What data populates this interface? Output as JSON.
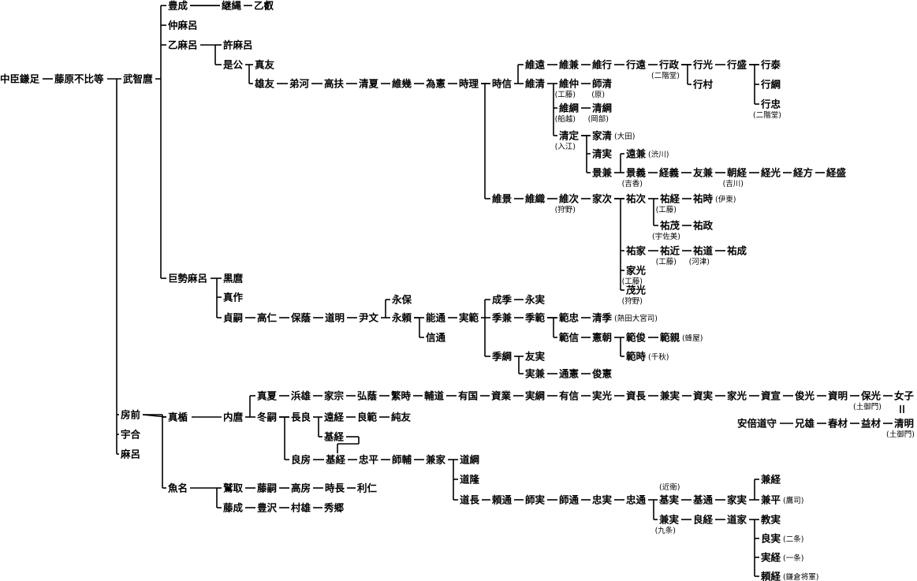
{
  "nodes": [
    {
      "id": "kamatari",
      "label": "中臣鎌足"
    },
    {
      "id": "fuhito",
      "label": "藤原不比等"
    },
    {
      "id": "muchimaro",
      "label": "武智麿"
    },
    {
      "id": "toyonari",
      "label": "豊成"
    },
    {
      "id": "tsugutada",
      "label": "継縄"
    },
    {
      "id": "otomo",
      "label": "乙叡"
    },
    {
      "id": "nakamaro",
      "label": "仲麻呂"
    },
    {
      "id": "otomaro",
      "label": "乙麻呂"
    },
    {
      "id": "komaro",
      "label": "許麻呂"
    },
    {
      "id": "korekimi",
      "label": "是公"
    },
    {
      "id": "matomo",
      "label": "真友"
    },
    {
      "id": "otomo2",
      "label": "雄友"
    },
    {
      "id": "tomotada",
      "label": "弟河"
    },
    {
      "id": "takafusa",
      "label": "高扶"
    },
    {
      "id": "kiyonatsu",
      "label": "清夏"
    },
    {
      "id": "koreki",
      "label": "維幾"
    },
    {
      "id": "tamenori",
      "label": "為憲"
    },
    {
      "id": "tokimasa",
      "label": "時理"
    },
    {
      "id": "tokinobu",
      "label": "時信"
    },
    {
      "id": "koretoo",
      "label": "維遠"
    },
    {
      "id": "korekane",
      "label": "維兼"
    },
    {
      "id": "koreyuki",
      "label": "維行"
    },
    {
      "id": "yukitoo",
      "label": "行遠"
    },
    {
      "id": "yukimasa",
      "label": "行政",
      "note": "(二階堂)"
    },
    {
      "id": "yukimitsu",
      "label": "行光"
    },
    {
      "id": "yukimori",
      "label": "行盛"
    },
    {
      "id": "yukiyasu",
      "label": "行泰"
    },
    {
      "id": "yukitsuna",
      "label": "行綱"
    },
    {
      "id": "yukitada",
      "label": "行忠",
      "note": "(二階堂)"
    },
    {
      "id": "yukimura",
      "label": "行村"
    },
    {
      "id": "korekiyo",
      "label": "維清"
    },
    {
      "id": "korenaka",
      "label": "維仲",
      "note": "(工藤)"
    },
    {
      "id": "morokiyo",
      "label": "師清",
      "note": "(原)"
    },
    {
      "id": "koretsuna",
      "label": "維綱",
      "note": "(船越)"
    },
    {
      "id": "kiyotsuna",
      "label": "清綱",
      "note": "(岡部)"
    },
    {
      "id": "kiyosada",
      "label": "清定",
      "note": "(入江)"
    },
    {
      "id": "iekiyo",
      "label": "家清",
      "note": "(大田)"
    },
    {
      "id": "kiyozane",
      "label": "清実"
    },
    {
      "id": "kagekane",
      "label": "景兼"
    },
    {
      "id": "tookane",
      "label": "遠兼",
      "note": "(渋川)"
    },
    {
      "id": "kageyoshi",
      "label": "景義",
      "note": "(吉香)"
    },
    {
      "id": "tsuneyoshi",
      "label": "経義"
    },
    {
      "id": "tomokane",
      "label": "友兼"
    },
    {
      "id": "tomotsune",
      "label": "朝経",
      "note": "(吉川)"
    },
    {
      "id": "tsunemitsu",
      "label": "経光"
    },
    {
      "id": "tsunekata",
      "label": "経方"
    },
    {
      "id": "tsunemori",
      "label": "経盛"
    },
    {
      "id": "korekage",
      "label": "維景"
    },
    {
      "id": "koreori",
      "label": "維織"
    },
    {
      "id": "koretsugu",
      "label": "維次",
      "note": "(狩野)"
    },
    {
      "id": "ietsugu",
      "label": "家次"
    },
    {
      "id": "suketsugu",
      "label": "祐次"
    },
    {
      "id": "suketsune",
      "label": "祐経",
      "note": "(工藤)"
    },
    {
      "id": "suketoki",
      "label": "祐時",
      "note": "(伊東)"
    },
    {
      "id": "sukeshige",
      "label": "祐茂",
      "note": "(宇佐美)"
    },
    {
      "id": "sukemasa",
      "label": "祐政"
    },
    {
      "id": "sukeie",
      "label": "祐家"
    },
    {
      "id": "sukechika",
      "label": "祐近",
      "note": "(工藤)"
    },
    {
      "id": "sukemichi",
      "label": "祐道",
      "note": "(河津)"
    },
    {
      "id": "sukenari",
      "label": "祐成"
    },
    {
      "id": "iemitsu",
      "label": "家光",
      "note": "(工藤)"
    },
    {
      "id": "shigemitsu",
      "label": "茂光",
      "note": "(狩野)"
    },
    {
      "id": "kosemaro",
      "label": "巨勢麻呂"
    },
    {
      "id": "kuromaro",
      "label": "黒麿"
    },
    {
      "id": "masaku",
      "label": "真作"
    },
    {
      "id": "sadatsugu",
      "label": "貞嗣"
    },
    {
      "id": "takahito",
      "label": "高仁"
    },
    {
      "id": "yasunori",
      "label": "保蔭"
    },
    {
      "id": "michiaki",
      "label": "道明"
    },
    {
      "id": "tadabumi",
      "label": "尹文"
    },
    {
      "id": "nagayasu",
      "label": "永保"
    },
    {
      "id": "nagayori",
      "label": "永頼"
    },
    {
      "id": "yoshimichi",
      "label": "能通"
    },
    {
      "id": "sanenori",
      "label": "実範"
    },
    {
      "id": "nobumichi",
      "label": "信通"
    },
    {
      "id": "shigesue",
      "label": "成季"
    },
    {
      "id": "nagazane",
      "label": "永実"
    },
    {
      "id": "suekane",
      "label": "季兼"
    },
    {
      "id": "suenori",
      "label": "季範"
    },
    {
      "id": "noritada",
      "label": "範忠"
    },
    {
      "id": "kiyosue",
      "label": "清季",
      "note": "(熱田大宮司)"
    },
    {
      "id": "norinobu",
      "label": "範信"
    },
    {
      "id": "kenchou",
      "label": "憲朝"
    },
    {
      "id": "norimata",
      "label": "範俊"
    },
    {
      "id": "norichika",
      "label": "範親",
      "note": "(蜂屋)"
    },
    {
      "id": "noritoki",
      "label": "範時",
      "note": "(千秋)"
    },
    {
      "id": "suetsuna",
      "label": "季綱"
    },
    {
      "id": "tomozane",
      "label": "友実"
    },
    {
      "id": "sanekane",
      "label": "実兼"
    },
    {
      "id": "michinori",
      "label": "通憲"
    },
    {
      "id": "shunken",
      "label": "俊憲"
    },
    {
      "id": "fusasaki",
      "label": "房前"
    },
    {
      "id": "umakai",
      "label": "宇合"
    },
    {
      "id": "maro",
      "label": "麻呂"
    },
    {
      "id": "matate",
      "label": "真楯"
    },
    {
      "id": "uonna",
      "label": "魚名"
    },
    {
      "id": "nagate",
      "label": "内麿"
    },
    {
      "id": "manatsu",
      "label": "真夏"
    },
    {
      "id": "hamao",
      "label": "浜雄"
    },
    {
      "id": "iemune",
      "label": "家宗"
    },
    {
      "id": "hirokage",
      "label": "弘蔭"
    },
    {
      "id": "shigetoki",
      "label": "繁時"
    },
    {
      "id": "sukemichi2",
      "label": "輔道"
    },
    {
      "id": "arikuni",
      "label": "有国"
    },
    {
      "id": "sukenari2",
      "label": "資業"
    },
    {
      "id": "sanetsuna",
      "label": "実綱"
    },
    {
      "id": "arinobu",
      "label": "有信"
    },
    {
      "id": "sanemitsu",
      "label": "実光"
    },
    {
      "id": "sukenaga",
      "label": "資長"
    },
    {
      "id": "kanezane",
      "label": "兼実"
    },
    {
      "id": "sukezane",
      "label": "資実"
    },
    {
      "id": "iemitsu2",
      "label": "家光"
    },
    {
      "id": "sukenobu",
      "label": "資宣"
    },
    {
      "id": "toshimitsu",
      "label": "俊光"
    },
    {
      "id": "sukeaki",
      "label": "資明"
    },
    {
      "id": "yasumitsu",
      "label": "保光",
      "note": "(土御門)"
    },
    {
      "id": "onnago",
      "label": "女子"
    },
    {
      "id": "abe",
      "label": "安倍道守"
    },
    {
      "id": "anio",
      "label": "兄雄"
    },
    {
      "id": "harukimi",
      "label": "春材"
    },
    {
      "id": "masuki",
      "label": "益材"
    },
    {
      "id": "seimei",
      "label": "清明",
      "note": "(土御門)"
    },
    {
      "id": "fuyutsugu",
      "label": "冬嗣"
    },
    {
      "id": "nagara",
      "label": "長良"
    },
    {
      "id": "tootsune",
      "label": "遠経"
    },
    {
      "id": "yoshinori",
      "label": "良範"
    },
    {
      "id": "sumitomo",
      "label": "純友"
    },
    {
      "id": "mototsune",
      "label": "基経"
    },
    {
      "id": "yoshifusa",
      "label": "良房"
    },
    {
      "id": "mototsune2",
      "label": "基経"
    },
    {
      "id": "tadahira",
      "label": "忠平"
    },
    {
      "id": "morosuke",
      "label": "師輔"
    },
    {
      "id": "kaneie",
      "label": "兼家"
    },
    {
      "id": "michitsuna",
      "label": "道綱"
    },
    {
      "id": "michitaka",
      "label": "道隆"
    },
    {
      "id": "michinaga",
      "label": "道長"
    },
    {
      "id": "yorimichi",
      "label": "頼通"
    },
    {
      "id": "morozane",
      "label": "師実"
    },
    {
      "id": "moromichi",
      "label": "師通"
    },
    {
      "id": "tadazane",
      "label": "忠実"
    },
    {
      "id": "tadamichi",
      "label": "忠通"
    },
    {
      "id": "motozane",
      "label": "基実"
    },
    {
      "id": "motomichi",
      "label": "基通"
    },
    {
      "id": "iezane",
      "label": "家実"
    },
    {
      "id": "kanetsune",
      "label": "兼経"
    },
    {
      "id": "kanehira",
      "label": "兼平",
      "note": "(鷹司)"
    },
    {
      "id": "kanezane2",
      "label": "兼実",
      "note": "(九条)"
    },
    {
      "id": "yoshitsune",
      "label": "良経"
    },
    {
      "id": "michiie",
      "label": "道家"
    },
    {
      "id": "norizane",
      "label": "教実"
    },
    {
      "id": "yoshizane",
      "label": "良実",
      "note": "(二条)"
    },
    {
      "id": "sanetsune",
      "label": "実経",
      "note": "(一条)"
    },
    {
      "id": "yoritsune",
      "label": "頼経",
      "note": "(鎌倉将軍)"
    },
    {
      "id": "washitori",
      "label": "鷲取"
    },
    {
      "id": "fujitsugu",
      "label": "藤嗣"
    },
    {
      "id": "takafusa2",
      "label": "高房"
    },
    {
      "id": "tokinaga",
      "label": "時長"
    },
    {
      "id": "toshihito",
      "label": "利仁"
    },
    {
      "id": "fujinari",
      "label": "藤成"
    },
    {
      "id": "toyosawa",
      "label": "豊沢"
    },
    {
      "id": "murao",
      "label": "村雄"
    },
    {
      "id": "hidesato",
      "label": "秀郷"
    }
  ],
  "annotations": {
    "motozane_above": "(近衛)"
  }
}
